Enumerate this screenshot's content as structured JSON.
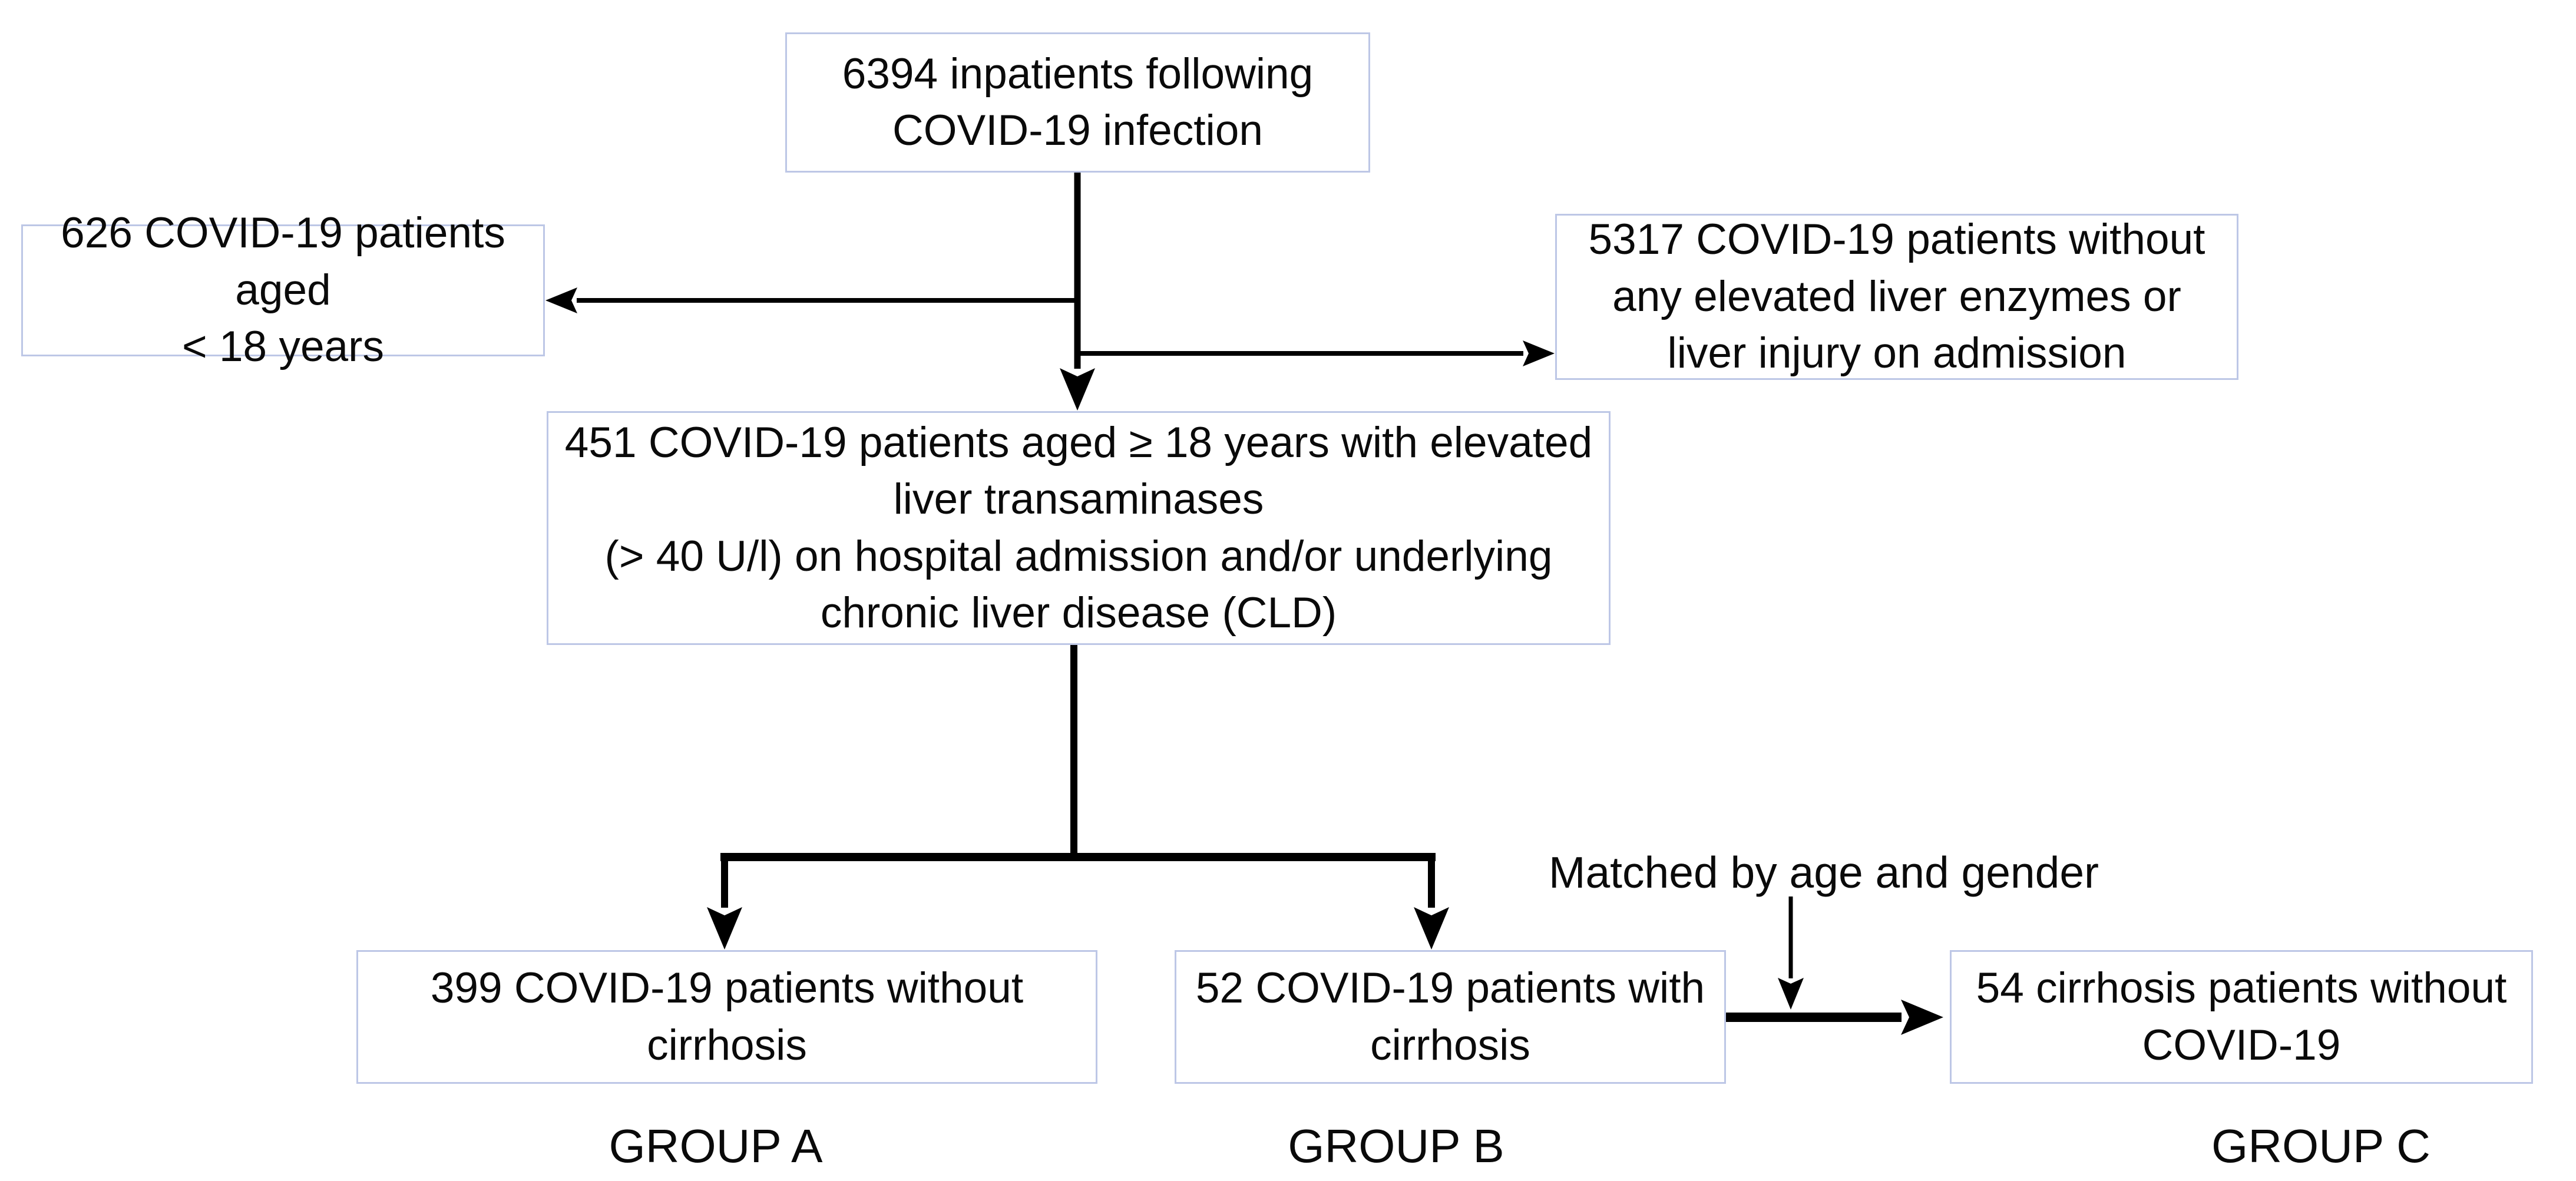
{
  "diagram": {
    "background": "#ffffff",
    "colors": {
      "box_border": "#bdc7e6",
      "box_fill": "#ffffff",
      "arrow": "#000000",
      "text": "#0a0a0a"
    },
    "boxes": {
      "total": {
        "text": "6394 inpatients following\nCOVID-19 infection"
      },
      "excluded_age": {
        "text": "626 COVID-19 patients aged\n< 18 years"
      },
      "excluded_no_liver": {
        "text": "5317 COVID-19 patients without\nany elevated liver enzymes or\nliver injury on admission"
      },
      "included": {
        "text": "451 COVID-19 patients aged ≥ 18 years with elevated\nliver transaminases\n(> 40 U/l) on hospital admission and/or underlying\nchronic liver disease (CLD)"
      },
      "group_a": {
        "text": "399 COVID-19 patients without\ncirrhosis"
      },
      "group_b": {
        "text": "52 COVID-19 patients with\ncirrhosis"
      },
      "group_c": {
        "text": "54 cirrhosis patients without\nCOVID-19"
      }
    },
    "labels": {
      "matched": "Matched by age and gender",
      "group_a": "GROUP A",
      "group_b": "GROUP B",
      "group_c": "GROUP C"
    }
  }
}
